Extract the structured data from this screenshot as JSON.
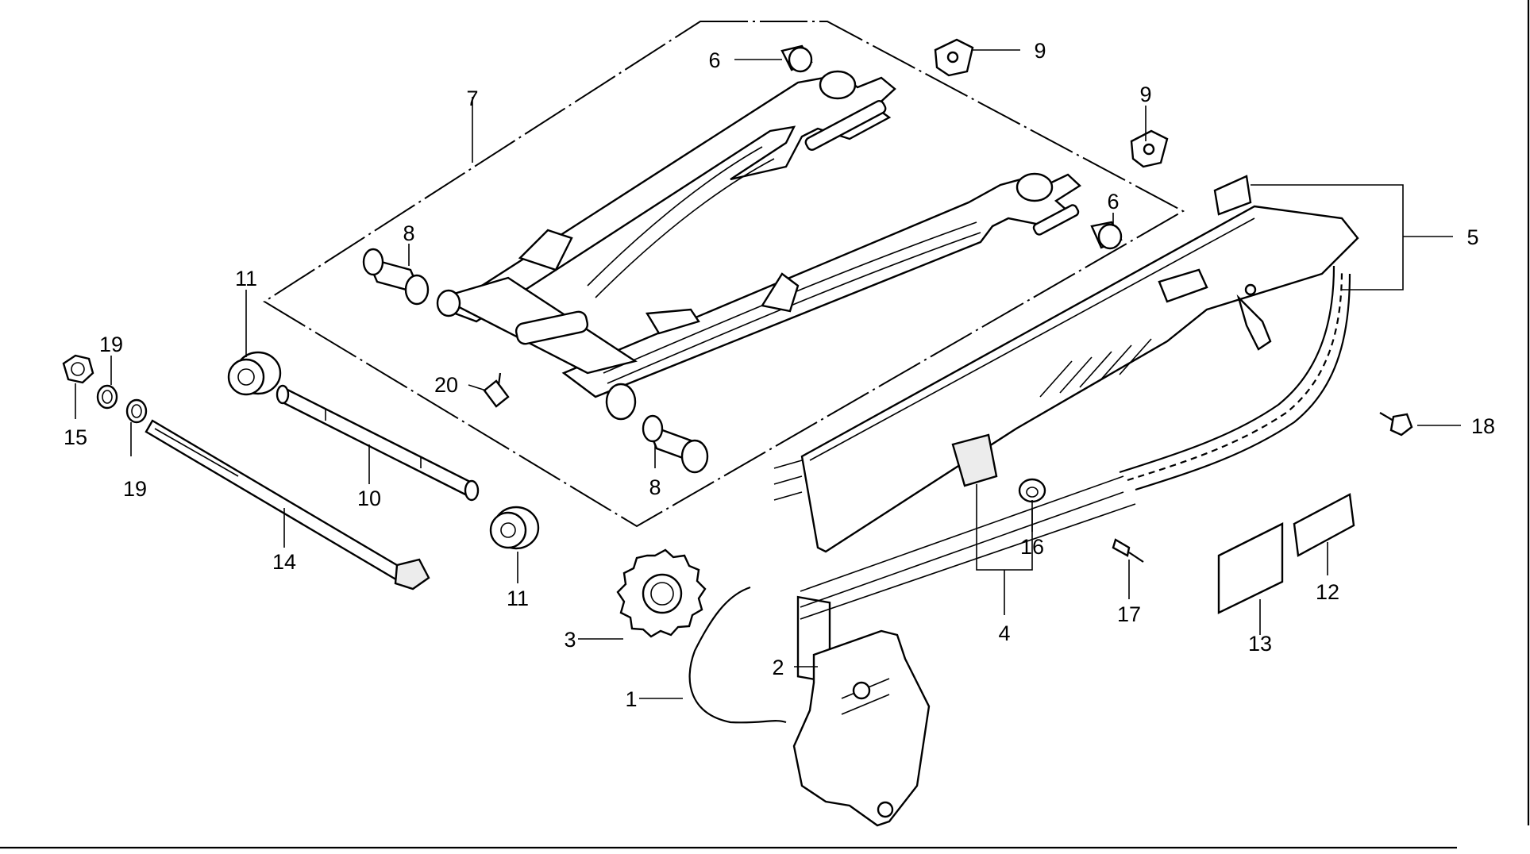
{
  "diagram": {
    "callouts": {
      "p1": "1",
      "p2": "2",
      "p3": "3",
      "p4": "4",
      "p5": "5",
      "p6a": "6",
      "p6b": "6",
      "p7": "7",
      "p8a": "8",
      "p8b": "8",
      "p9a": "9",
      "p9b": "9",
      "p10": "10",
      "p11a": "11",
      "p11b": "11",
      "p12": "12",
      "p13": "13",
      "p14": "14",
      "p15": "15",
      "p16": "16",
      "p17": "17",
      "p18": "18",
      "p19a": "19",
      "p19b": "19",
      "p20": "20"
    }
  }
}
